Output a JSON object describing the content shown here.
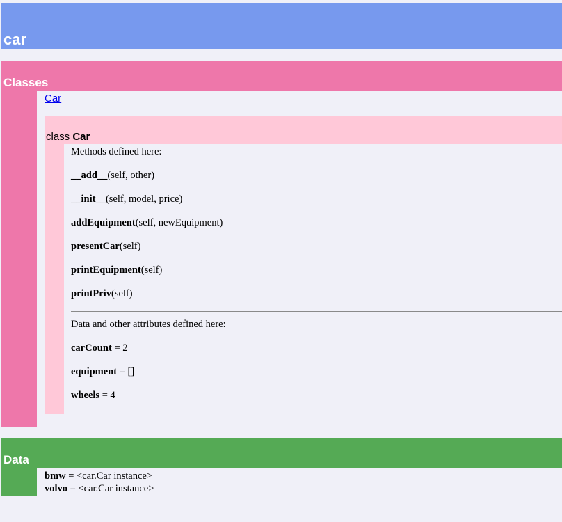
{
  "module": {
    "title": "car"
  },
  "classes": {
    "title": "Classes",
    "link": "Car",
    "class_keyword": "class ",
    "class_name": "Car",
    "methods_heading": "Methods defined here:",
    "methods": [
      {
        "name": "__add__",
        "args": "(self, other)"
      },
      {
        "name": "__init__",
        "args": "(self, model, price)"
      },
      {
        "name": "addEquipment",
        "args": "(self, newEquipment)"
      },
      {
        "name": "presentCar",
        "args": "(self)"
      },
      {
        "name": "printEquipment",
        "args": "(self)"
      },
      {
        "name": "printPriv",
        "args": "(self)"
      }
    ],
    "attributes_heading": "Data and other attributes defined here:",
    "attributes": [
      {
        "name": "carCount",
        "value": " = 2"
      },
      {
        "name": "equipment",
        "value": " = []"
      },
      {
        "name": "wheels",
        "value": " = 4"
      }
    ]
  },
  "data": {
    "title": "Data",
    "items": [
      {
        "name": "bmw",
        "value": " = <car.Car instance>"
      },
      {
        "name": "volvo",
        "value": " = <car.Car instance>"
      }
    ]
  },
  "colors": {
    "module_heading": "#7799ee",
    "classes_section": "#ee77aa",
    "class_block": "#ffc8d8",
    "data_section": "#55aa55",
    "background": "#f0f0f8",
    "link": "#0000ee"
  }
}
